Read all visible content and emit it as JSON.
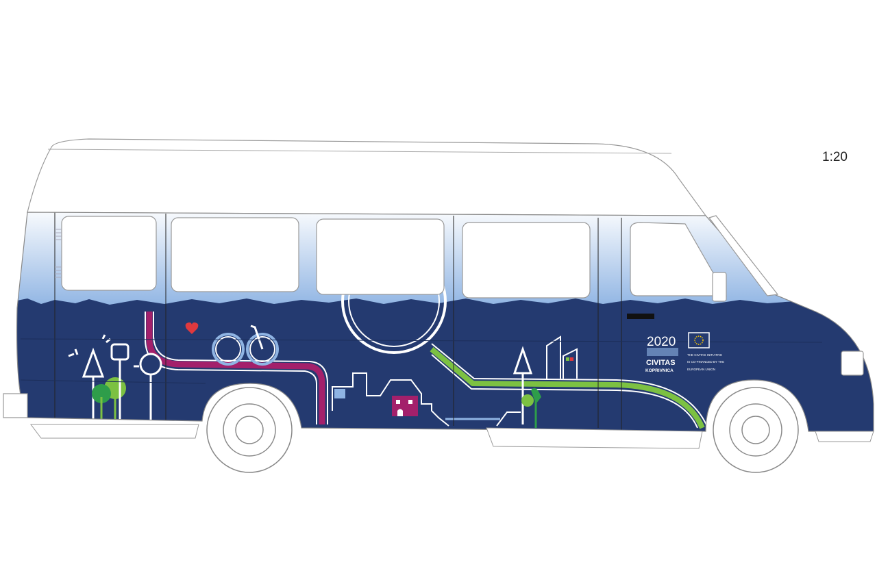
{
  "scale_label": "1:20",
  "colors": {
    "body_blue": "#243a70",
    "sky_gradient_top": "#ffffff",
    "sky_gradient_bottom": "#8fb4e3",
    "magenta_route": "#a3206b",
    "green_route": "#7cc142",
    "tree_green": "#2e9d4a",
    "heart_red": "#e0393e"
  },
  "logo": {
    "year": "2020",
    "name": "CIVITAS",
    "city": "KOPRIVNICA",
    "eu_text_1": "THE CIVITAS INITIATIVE",
    "eu_text_2": "IS CO-FINANCED BY THE",
    "eu_text_3": "EUROPEAN UNION"
  },
  "icons": [
    "heart-icon",
    "bicycle-icon",
    "tree-icon",
    "house-icon",
    "building-icon",
    "eu-flag-icon"
  ]
}
